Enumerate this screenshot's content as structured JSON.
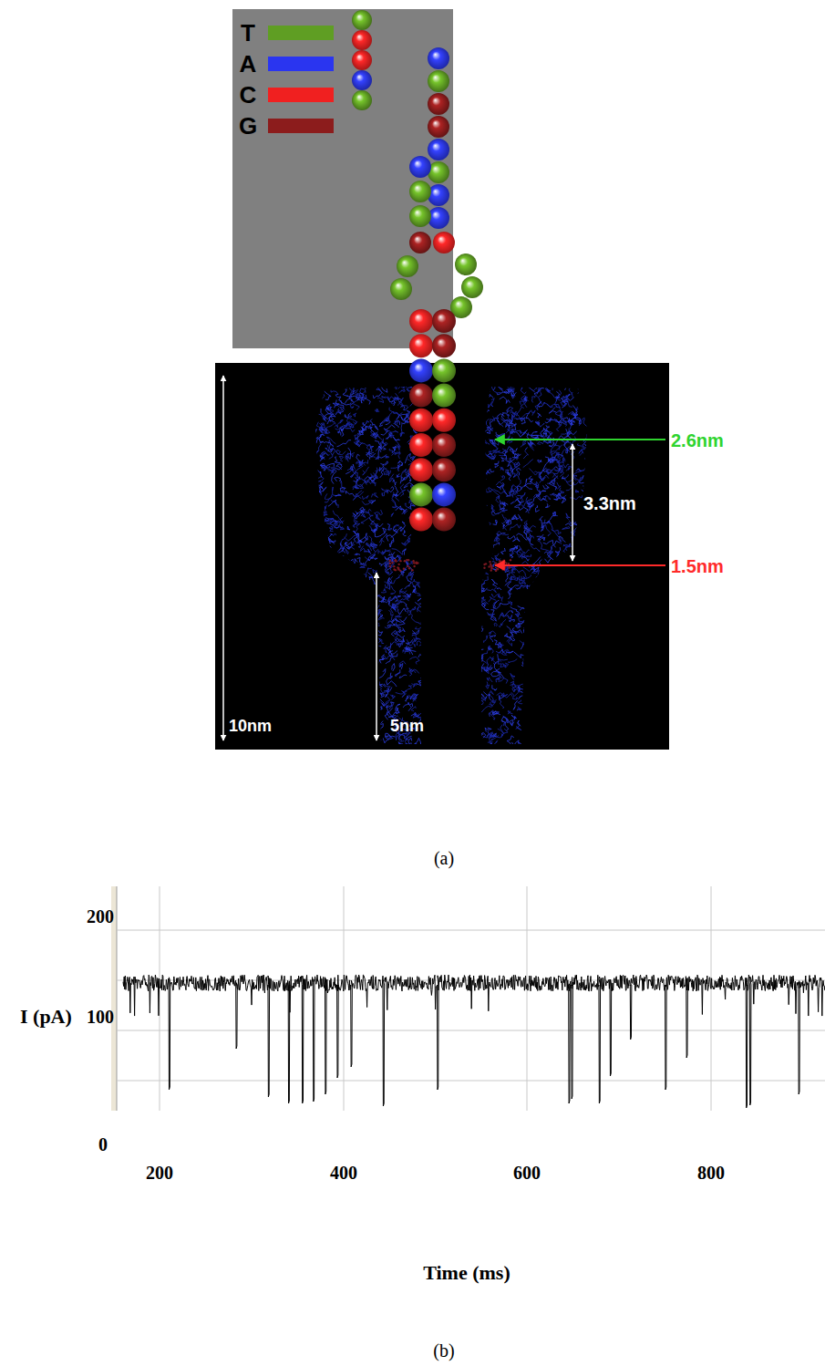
{
  "diagram": {
    "labels": [
      "2.6nm",
      "3.3nm",
      "1.5nm",
      "10nm",
      "5nm",
      "(a)",
      "200",
      "100",
      "0",
      "I (pA)",
      "200",
      "400",
      "600",
      "800",
      "Time (ms)",
      "(b)"
    ],
    "legend": [
      {
        "text": "T",
        "color": "#5f9e23"
      },
      {
        "text": "A",
        "color": "#2a35f0"
      },
      {
        "text": "C",
        "color": "#f02020"
      },
      {
        "text": "G",
        "color": "#8c1c1c"
      }
    ]
  }
}
